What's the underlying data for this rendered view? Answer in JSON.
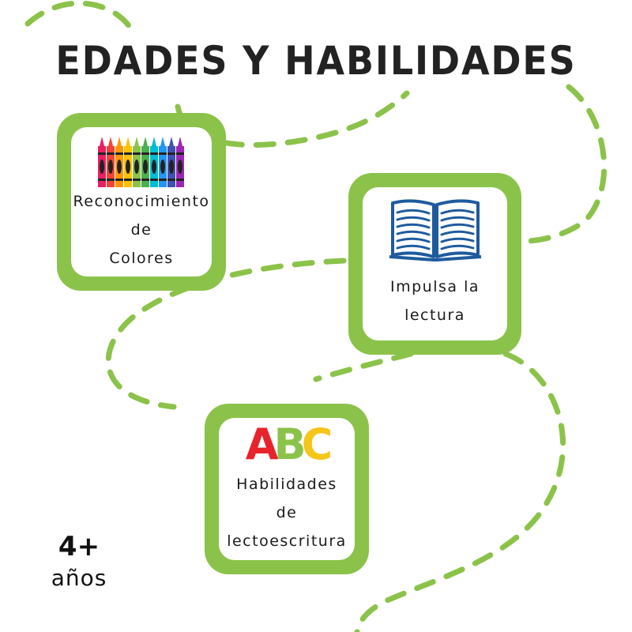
{
  "title": "EDADES Y HABILIDADES",
  "cards": [
    {
      "lines": [
        "Reconocimiento",
        "de",
        "Colores"
      ],
      "icon": "crayons-icon"
    },
    {
      "lines": [
        "Impulsa la",
        "lectura"
      ],
      "icon": "open-book-icon"
    },
    {
      "lines": [
        "Habilidades",
        "de",
        "lectoescritura"
      ],
      "icon": "abc-letters-icon"
    }
  ],
  "abc": {
    "a": "A",
    "b": "B",
    "c": "C"
  },
  "age": {
    "number": "4+",
    "word": "años"
  },
  "colors": {
    "accent": "#8BC34A",
    "book": "#1E5B9E",
    "abc_a": "#E8232B",
    "abc_b": "#8BC34A",
    "abc_c": "#F5C518",
    "crayons": [
      "#E91E63",
      "#F44336",
      "#FF9800",
      "#FFC107",
      "#8BC34A",
      "#4CAF50",
      "#00BCD4",
      "#2196F3",
      "#3F51B5",
      "#9C27B0"
    ]
  }
}
